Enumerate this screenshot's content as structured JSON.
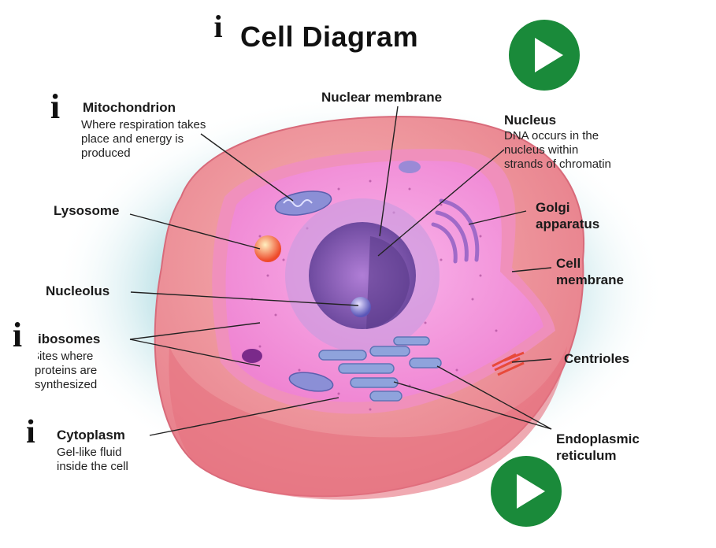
{
  "title": "Cell Diagram",
  "info_glyph": "i",
  "labels": {
    "mitochondrion": {
      "name": "Mitochondrion",
      "desc": [
        "Where respiration takes",
        "place and energy is",
        "produced"
      ]
    },
    "lysosome": {
      "name": "Lysosome"
    },
    "nucleolus": {
      "name": "Nucleolus"
    },
    "ribosomes": {
      "name": "ibosomes",
      "desc": [
        "Sites where",
        "proteins are",
        "synthesized"
      ]
    },
    "cytoplasm": {
      "name": "Cytoplasm",
      "desc": [
        "Gel-like fluid",
        "inside the cell"
      ]
    },
    "nuclear_membrane": {
      "name": "Nuclear membrane"
    },
    "nucleus": {
      "name": "Nucleus",
      "desc": [
        "DNA occurs in the",
        "nucleus within",
        "strands of chromatin"
      ]
    },
    "golgi": {
      "name": [
        "Golgi",
        "apparatus"
      ]
    },
    "cell_membrane": {
      "name": [
        "Cell",
        "membrane"
      ]
    },
    "centrioles": {
      "name": "Centrioles"
    },
    "er": {
      "name": [
        "Endoplasmic",
        "reticulum"
      ]
    }
  },
  "colors": {
    "play_green": "#1a8a3a",
    "cell_outer": "#f3a3a3",
    "cytoplasm": "#f58ed8",
    "nucleus": "#8a5fb8",
    "er": "#8a9fd8",
    "halo": "#bfe0e6"
  }
}
